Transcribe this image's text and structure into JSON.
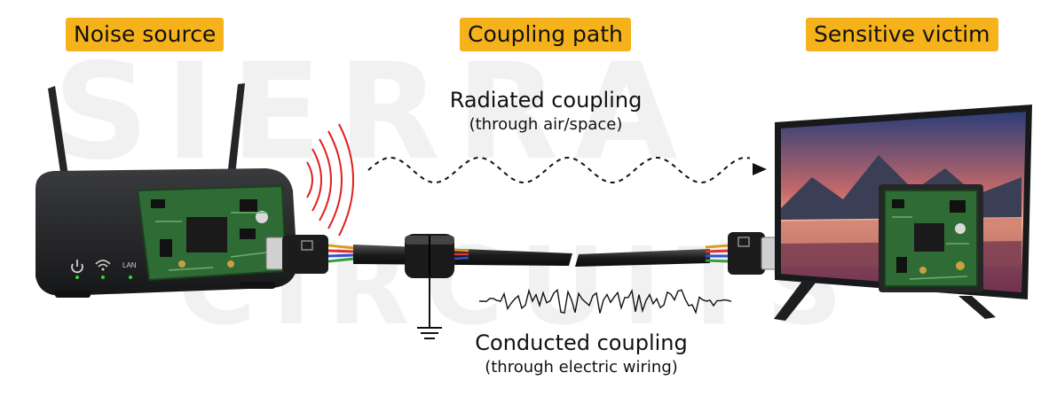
{
  "labels": {
    "noise_source": "Noise source",
    "coupling_path": "Coupling path",
    "sensitive_victim": "Sensitive victim"
  },
  "radiated": {
    "title": "Radiated coupling",
    "subtitle": "(through air/space)"
  },
  "conducted": {
    "title": "Conducted coupling",
    "subtitle": "(through electric wiring)"
  },
  "router": {
    "port_label": "LAN",
    "icons": [
      "power-icon",
      "wifi-icon",
      "lan-led-icon"
    ]
  },
  "watermark": {
    "line1": "SIERRA",
    "line2": "CIRCUITS"
  },
  "colors": {
    "tag_background": "#f6b21b",
    "radiated_waves": "#e02020",
    "pcb_green": "#2f6b34",
    "device_body": "#1e1f21",
    "led_green": "#3cd13c"
  }
}
